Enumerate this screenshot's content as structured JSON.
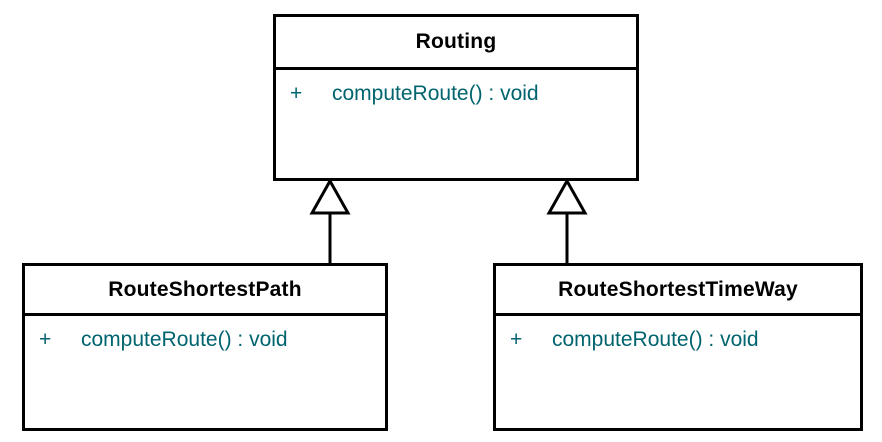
{
  "diagram": {
    "kind": "uml-class-diagram",
    "background_color": "#FFFFFF",
    "border_color": "#000000",
    "member_text_color": "#00646E",
    "class_name_color": "#000000",
    "classes": [
      {
        "id": "routing",
        "name": "Routing",
        "members": [
          {
            "visibility": "+",
            "signature": "computeRoute() : void"
          }
        ]
      },
      {
        "id": "route-shortest-path",
        "name": "RouteShortestPath",
        "members": [
          {
            "visibility": "+",
            "signature": "computeRoute() : void"
          }
        ]
      },
      {
        "id": "route-shortest-time-way",
        "name": "RouteShortestTimeWay",
        "members": [
          {
            "visibility": "+",
            "signature": "computeRoute() : void"
          }
        ]
      }
    ],
    "relationships": [
      {
        "type": "generalization",
        "from": "route-shortest-path",
        "to": "routing",
        "arrowhead": "hollow-triangle"
      },
      {
        "type": "generalization",
        "from": "route-shortest-time-way",
        "to": "routing",
        "arrowhead": "hollow-triangle"
      }
    ]
  }
}
